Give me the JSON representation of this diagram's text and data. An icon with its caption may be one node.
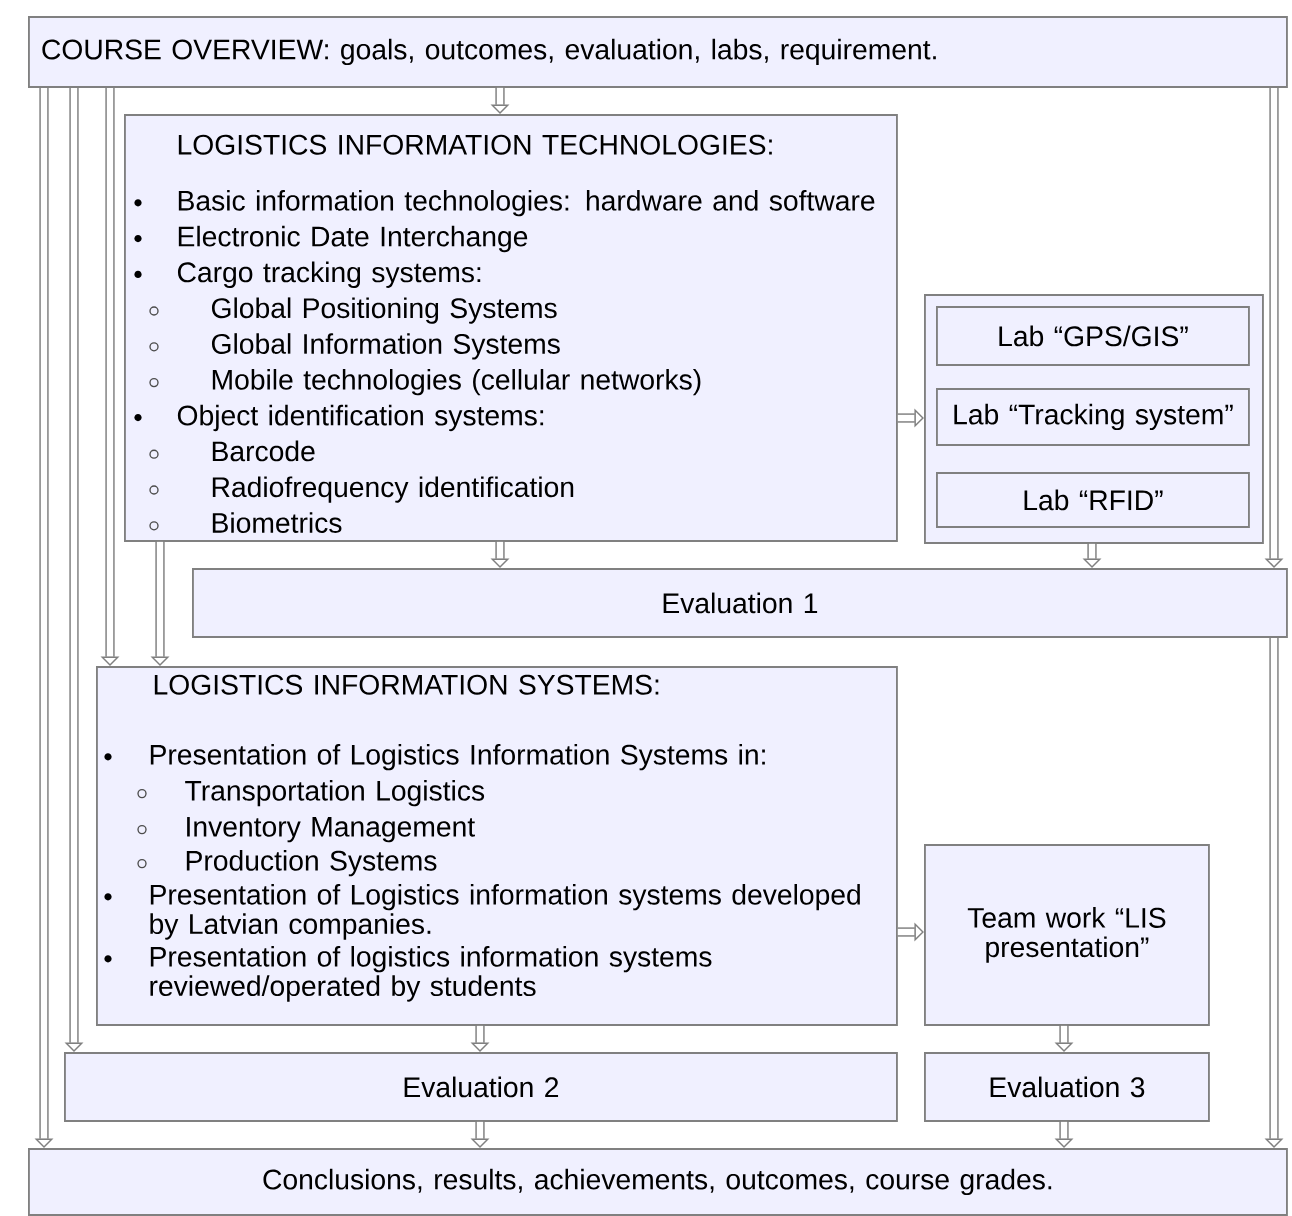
{
  "diagram": {
    "nodes": [
      {
        "text": [
          "COURSE OVERVIEW: goals, outcomes, evaluation, labs, requirement."
        ]
      },
      {
        "text": [
          "LOGISTICS INFORMATION TECHNOLOGIES:",
          "Basic information technologies: hardware and software",
          "Electronic Date Interchange",
          "Cargo tracking systems:",
          "Global Positioning Systems",
          "Global Information Systems",
          "Mobile technologies (cellular networks)",
          "Object identification systems:",
          "Barcode",
          "Radiofrequency identification",
          "Biometrics"
        ]
      },
      {
        "text": [],
        "shape": "box"
      },
      {
        "text": [
          "Lab “GPS/GIS”"
        ],
        "in": 2
      },
      {
        "text": [
          "Lab “Tracking system”"
        ],
        "in": 2
      },
      {
        "text": [
          "Lab “RFID”"
        ],
        "in": 2
      },
      {
        "text": [
          "Evaluation 1"
        ]
      },
      {
        "text": [
          "LOGISTICS INFORMATION SYSTEMS:",
          "Presentation of Logistics Information Systems in:",
          "Transportation Logistics",
          "Inventory Management",
          "Production Systems",
          "Presentation of Logistics information systems developed by Latvian companies.",
          "Presentation of logistics information systems reviewed/operated by students"
        ]
      },
      {
        "text": [
          "Team work “LIS presentation”"
        ]
      },
      {
        "text": [
          "Evaluation 2"
        ]
      },
      {
        "text": [
          "Evaluation 3"
        ]
      },
      {
        "text": [
          "Conclusions, results, achievements, outcomes, course grades."
        ]
      }
    ],
    "edges": [
      {
        "from": 0,
        "to": 1,
        "arrow": "to"
      },
      {
        "from": 1,
        "to": 2,
        "arrow": "to"
      },
      {
        "from": 1,
        "to": 6,
        "arrow": "to"
      },
      {
        "from": 2,
        "to": 6,
        "arrow": "to"
      },
      {
        "from": 0,
        "to": 6,
        "arrow": "to"
      },
      {
        "from": 6,
        "to": 11,
        "arrow": "to"
      },
      {
        "from": 0,
        "to": 11,
        "arrow": "to"
      },
      {
        "from": 0,
        "to": 9,
        "arrow": "to"
      },
      {
        "from": 0,
        "to": 7,
        "arrow": "to"
      },
      {
        "from": 1,
        "to": 7,
        "arrow": "to"
      },
      {
        "from": 7,
        "to": 8,
        "arrow": "to"
      },
      {
        "from": 7,
        "to": 9,
        "arrow": "to"
      },
      {
        "from": 8,
        "to": 10,
        "arrow": "to"
      },
      {
        "from": 9,
        "to": 11,
        "arrow": "to"
      },
      {
        "from": 10,
        "to": 11,
        "arrow": "to"
      }
    ]
  }
}
